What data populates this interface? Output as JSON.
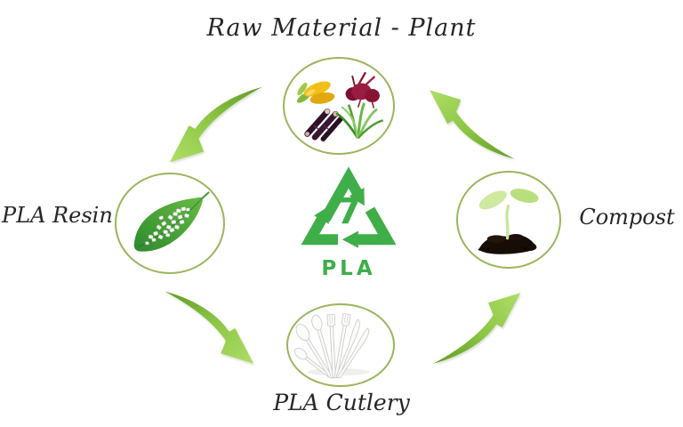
{
  "nodes": {
    "raw_material": {
      "label": "Raw Material - Plant",
      "icon": "plants-icon"
    },
    "pla_resin": {
      "label": "PLA Resin",
      "icon": "leaf-resin-pellets-icon"
    },
    "pla_cutlery": {
      "label": "PLA Cutlery",
      "icon": "cutlery-icon"
    },
    "compost": {
      "label": "Compost",
      "icon": "seedling-soil-icon"
    }
  },
  "center_symbol": {
    "resin_code": "7",
    "material": "PLA",
    "icon": "recycling-triangle-icon",
    "color": "#3fae49"
  },
  "arrows": [
    {
      "name": "arrow-raw-material-to-pla-resin",
      "direction": "down-left"
    },
    {
      "name": "arrow-pla-resin-to-pla-cutlery",
      "direction": "down-right"
    },
    {
      "name": "arrow-pla-cutlery-to-compost",
      "direction": "up-right"
    },
    {
      "name": "arrow-compost-to-raw-material",
      "direction": "up-left"
    }
  ],
  "colors": {
    "symbol_green": "#3fae49",
    "arrow_light": "#aede66",
    "arrow_dark": "#5e9b24",
    "circle_border": "#9ab55c",
    "text": "#262626",
    "background": "#ffffff"
  }
}
